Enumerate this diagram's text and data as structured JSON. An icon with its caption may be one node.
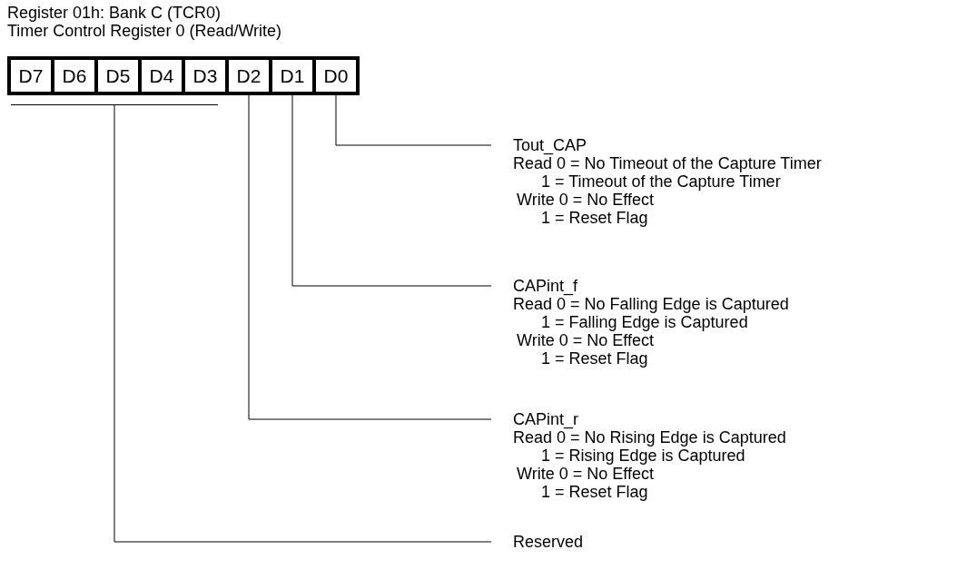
{
  "diagram": {
    "title": "Register 01h: Bank C (TCR0)",
    "nodes": [
      {
        "text": [],
        "shape": "bar"
      },
      {
        "text": [
          "D7"
        ],
        "in": 0
      },
      {
        "text": [
          "D6"
        ],
        "in": 0
      },
      {
        "text": [
          "D5"
        ],
        "in": 0
      },
      {
        "text": [
          "D4"
        ],
        "in": 0
      },
      {
        "text": [
          "D3"
        ],
        "in": 0
      },
      {
        "text": [
          "D2"
        ],
        "in": 0
      },
      {
        "text": [
          "D1"
        ],
        "in": 0
      },
      {
        "text": [
          "D0"
        ],
        "in": 0
      },
      {
        "text": [],
        "shape": "bar"
      },
      {
        "text": [
          "Tout_CAP",
          "Read 0 = No Timeout of the Capture Timer",
          "1 = Timeout of the Capture Timer",
          "Write 0 = No Effect",
          "1 = Reset Flag"
        ]
      },
      {
        "text": [
          "CAPint_f",
          "Read 0 = No Falling Edge is Captured",
          "1 = Falling Edge is Captured",
          "Write 0 = No Effect",
          "1 = Reset Flag"
        ]
      },
      {
        "text": [
          "CAPint_r",
          "Read 0 = No Rising Edge is Captured",
          "1 = Rising Edge is Captured",
          "Write 0 = No Effect",
          "1 = Reset Flag"
        ]
      },
      {
        "text": [
          "Reserved"
        ]
      }
    ],
    "edges": [
      {
        "from": 8,
        "to": 10,
        "arrow": "none"
      },
      {
        "from": 7,
        "to": 11,
        "arrow": "none"
      },
      {
        "from": 6,
        "to": 12,
        "arrow": "none"
      },
      {
        "from": 9,
        "to": 13,
        "arrow": "none"
      }
    ],
    "labels": [
      "Timer Control Register 0 (Read/Write)"
    ]
  }
}
